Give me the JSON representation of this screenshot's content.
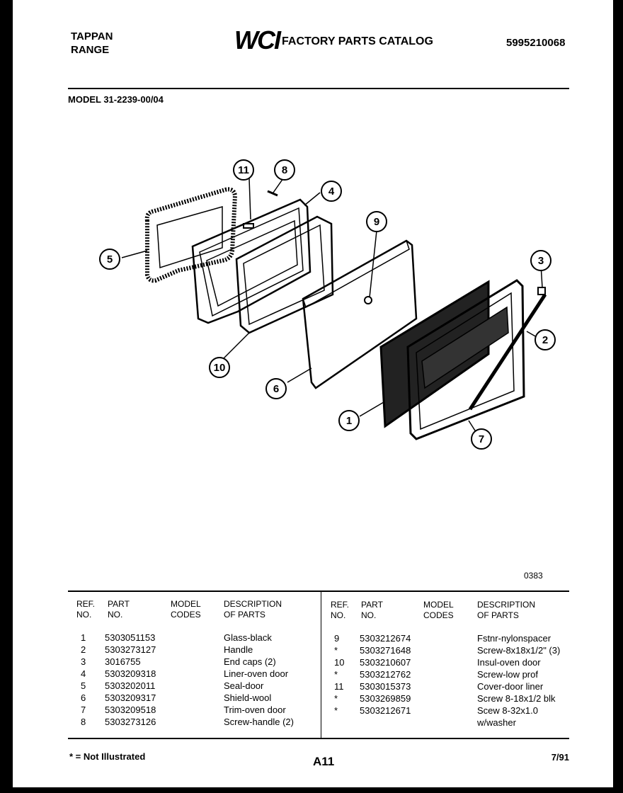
{
  "header": {
    "brand_line1": "TAPPAN",
    "brand_line2": "RANGE",
    "logo": "WCI",
    "catalog_title": "FACTORY PARTS CATALOG",
    "catalog_number": "5995210068"
  },
  "model_label": "MODEL 31-2239-00/04",
  "diagram": {
    "callouts": [
      "11",
      "8",
      "4",
      "5",
      "9",
      "3",
      "2",
      "10",
      "6",
      "1",
      "7"
    ],
    "drawing_code": "0383"
  },
  "table": {
    "headers": {
      "ref_no": "REF.\nNO.",
      "part_no": "PART\nNO.",
      "model_codes": "MODEL\nCODES",
      "description": "DESCRIPTION\nOF PARTS"
    },
    "left_rows": [
      {
        "ref": "1",
        "part": "5303051153",
        "desc": "Glass-black"
      },
      {
        "ref": "2",
        "part": "5303273127",
        "desc": "Handle"
      },
      {
        "ref": "3",
        "part": "3016755",
        "desc": "End caps (2)"
      },
      {
        "ref": "4",
        "part": "5303209318",
        "desc": "Liner-oven door"
      },
      {
        "ref": "5",
        "part": "5303202011",
        "desc": "Seal-door"
      },
      {
        "ref": "6",
        "part": "5303209317",
        "desc": "Shield-wool"
      },
      {
        "ref": "7",
        "part": "5303209518",
        "desc": "Trim-oven door"
      },
      {
        "ref": "8",
        "part": "5303273126",
        "desc": "Screw-handle (2)"
      }
    ],
    "right_rows": [
      {
        "ref": "9",
        "part": "5303212674",
        "desc": "Fstnr-nylonspacer"
      },
      {
        "ref": "*",
        "part": "5303271648",
        "desc": "Screw-8x18x1/2\" (3)"
      },
      {
        "ref": "10",
        "part": "5303210607",
        "desc": "Insul-oven door"
      },
      {
        "ref": "*",
        "part": "5303212762",
        "desc": "Screw-low prof"
      },
      {
        "ref": "11",
        "part": "5303015373",
        "desc": "Cover-door liner"
      },
      {
        "ref": "*",
        "part": "5303269859",
        "desc": "Screw 8-18x1/2 blk"
      },
      {
        "ref": "*",
        "part": "5303212671",
        "desc": "Scew 8-32x1.0"
      },
      {
        "ref": "",
        "part": "",
        "desc": "w/washer"
      }
    ]
  },
  "footer": {
    "note": "* = Not Illustrated",
    "page": "A11",
    "date": "7/91"
  }
}
